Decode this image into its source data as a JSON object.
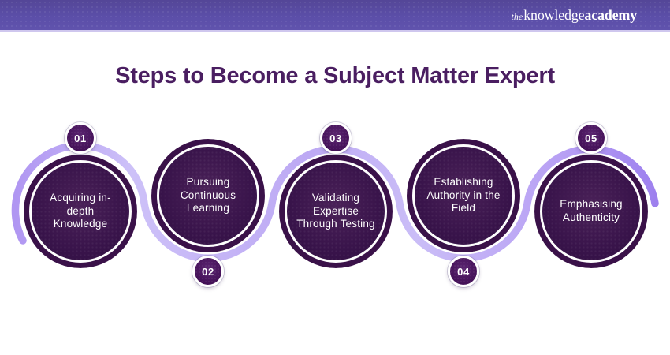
{
  "header": {
    "logo": {
      "prefix": "the",
      "word1": "knowledge",
      "word2": "academy"
    }
  },
  "title": "Steps to Become a Subject Matter Expert",
  "steps": [
    {
      "number": "01",
      "label": "Acquiring in-\ndepth\nKnowledge",
      "badge_position": "top"
    },
    {
      "number": "02",
      "label": "Pursuing\nContinuous\nLearning",
      "badge_position": "bottom"
    },
    {
      "number": "03",
      "label": "Validating\nExpertise\nThrough Testing",
      "badge_position": "top"
    },
    {
      "number": "04",
      "label": "Establishing\nAuthority in the\nField",
      "badge_position": "bottom"
    },
    {
      "number": "05",
      "label": "Emphasising\nAuthenticity",
      "badge_position": "top"
    }
  ],
  "colors": {
    "header_purple": "#5b4ea8",
    "header_border": "#cfc7ee",
    "title_purple": "#4a1e61",
    "circle_ring_dark": "#3a1149",
    "circle_fill_dark": "#38134a",
    "circle_ring_white": "#fdfdfd",
    "badge_purple": "#4b1560",
    "wave_lavender_mid": "#bda9f4",
    "wave_lavender_light": "#cdc1f8",
    "wave_lavender_dark": "#9c7eee",
    "text_white": "#ffffff"
  }
}
